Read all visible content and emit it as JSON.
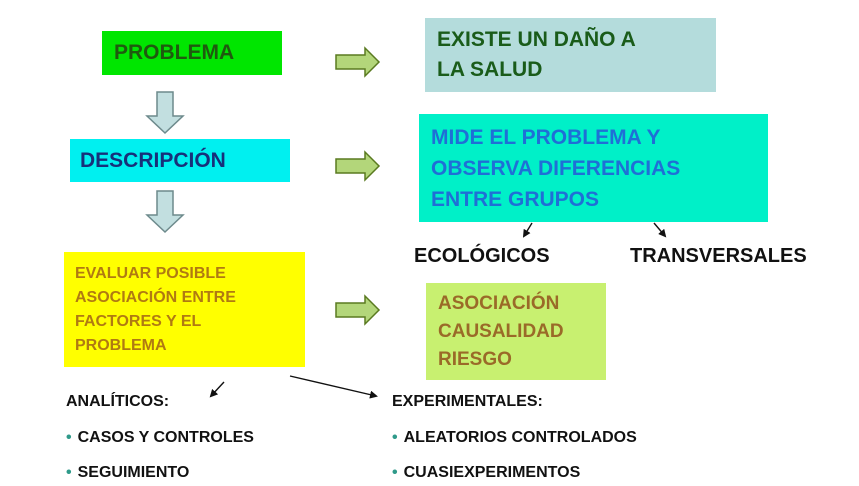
{
  "colors": {
    "problema_bg": "#00e600",
    "problema_text": "#1f5a0f",
    "salud_bg": "#b4dcdc",
    "salud_text": "#1a5c1a",
    "descripcion_bg": "#00f0f0",
    "descripcion_text": "#17307a",
    "mide_bg": "#00f0c8",
    "mide_text": "#1f6fd6",
    "evaluar_bg": "#ffff00",
    "evaluar_text": "#b07a12",
    "asociacion_bg": "#c8f070",
    "asociacion_text": "#9a6a28",
    "right_arrow_fill": "#b3d67a",
    "right_arrow_stroke": "#5a7a20",
    "down_arrow_fill": "#c2dfe0",
    "down_arrow_stroke": "#6d8a8c",
    "bullet": "#2f9a8a"
  },
  "boxes": {
    "problema": {
      "text": "PROBLEMA"
    },
    "salud": {
      "lines": [
        "EXISTE UN DAÑO A",
        "LA SALUD"
      ]
    },
    "descripcion": {
      "text": "DESCRIPCIÓN"
    },
    "mide": {
      "lines": [
        "MIDE EL PROBLEMA Y",
        "OBSERVA DIFERENCIAS",
        "ENTRE GRUPOS"
      ]
    },
    "evaluar": {
      "lines": [
        "EVALUAR POSIBLE",
        "ASOCIACIÓN ENTRE",
        "FACTORES Y EL",
        "PROBLEMA"
      ]
    },
    "asociacion": {
      "lines": [
        "ASOCIACIÓN",
        "CAUSALIDAD",
        "RIESGO"
      ]
    }
  },
  "labels": {
    "ecologicos": "ECOLÓGICOS",
    "transversales": "TRANSVERSALES",
    "analiticos": "ANALÍTICOS:",
    "experimentales": "EXPERIMENTALES:"
  },
  "lists": {
    "analiticos": [
      "CASOS Y CONTROLES",
      "SEGUIMIENTO"
    ],
    "experimentales": [
      "ALEATORIOS CONTROLADOS",
      "CUASIEXPERIMENTOS"
    ]
  }
}
